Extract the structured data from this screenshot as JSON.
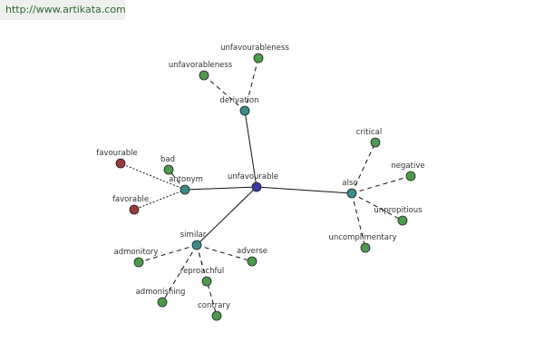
{
  "site_url": "http://www.artikata.com",
  "colors": {
    "center": "#3a3aa0",
    "relation": "#3a8a8a",
    "related": "#4d9a4d",
    "antonym_word": "#9a3a3a",
    "edge": "#111111",
    "node_stroke": "#222222"
  },
  "graph": {
    "center": {
      "id": "unfavourable",
      "label": "unfavourable"
    },
    "relations": [
      {
        "id": "derivation",
        "label": "derivation"
      },
      {
        "id": "antonym",
        "label": "antonym"
      },
      {
        "id": "also",
        "label": "also"
      },
      {
        "id": "similar",
        "label": "similar"
      }
    ],
    "words": [
      {
        "id": "unfavourableness",
        "label": "unfavourableness",
        "relation": "derivation",
        "kind": "related"
      },
      {
        "id": "unfavorableness",
        "label": "unfavorableness",
        "relation": "derivation",
        "kind": "related"
      },
      {
        "id": "favourable",
        "label": "favourable",
        "relation": "antonym",
        "kind": "antonym_word"
      },
      {
        "id": "bad",
        "label": "bad",
        "relation": "antonym",
        "kind": "related"
      },
      {
        "id": "favorable",
        "label": "favorable",
        "relation": "antonym",
        "kind": "antonym_word"
      },
      {
        "id": "critical",
        "label": "critical",
        "relation": "also",
        "kind": "related"
      },
      {
        "id": "negative",
        "label": "negative",
        "relation": "also",
        "kind": "related"
      },
      {
        "id": "unpropitious",
        "label": "unpropitious",
        "relation": "also",
        "kind": "related"
      },
      {
        "id": "uncomplimentary",
        "label": "uncomplimentary",
        "relation": "also",
        "kind": "related"
      },
      {
        "id": "admonitory",
        "label": "admonitory",
        "relation": "similar",
        "kind": "related"
      },
      {
        "id": "adverse",
        "label": "adverse",
        "relation": "similar",
        "kind": "related"
      },
      {
        "id": "reproachful",
        "label": "reproachful",
        "relation": "similar",
        "kind": "related"
      },
      {
        "id": "admonishing",
        "label": "admonishing",
        "relation": "similar",
        "kind": "related"
      },
      {
        "id": "contrary",
        "label": "contrary",
        "relation": "similar",
        "kind": "related"
      }
    ]
  }
}
